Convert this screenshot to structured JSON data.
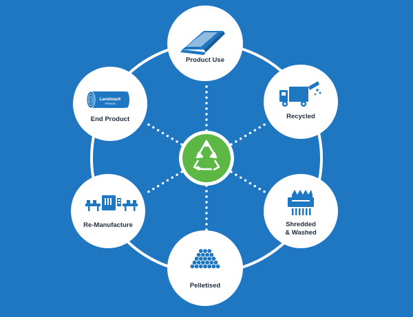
{
  "colors": {
    "background": "#1f77c2",
    "node_fill": "#ffffff",
    "icon_blue": "#1f77c2",
    "center_green": "#5cb744",
    "label_text": "#1e2a44"
  },
  "center": {
    "icon": "recycle-icon"
  },
  "nodes": [
    {
      "key": "product_use",
      "label": "Product Use",
      "icon": "insulation-batt-icon"
    },
    {
      "key": "recycled",
      "label": "Recycled",
      "icon": "recycling-truck-icon"
    },
    {
      "key": "shredded_washed",
      "label_line1": "Shredded",
      "label_line2": "& Washed",
      "icon": "shredder-icon"
    },
    {
      "key": "pelletised",
      "label": "Pelletised",
      "icon": "pellets-icon"
    },
    {
      "key": "re_manufacture",
      "label": "Re-Manufacture",
      "icon": "conveyor-machine-icon"
    },
    {
      "key": "end_product",
      "label": "End Product",
      "icon": "insulation-roll-icon"
    }
  ],
  "brand": {
    "roll_text": "Landmark",
    "roll_subtext": "PREMIUM"
  }
}
